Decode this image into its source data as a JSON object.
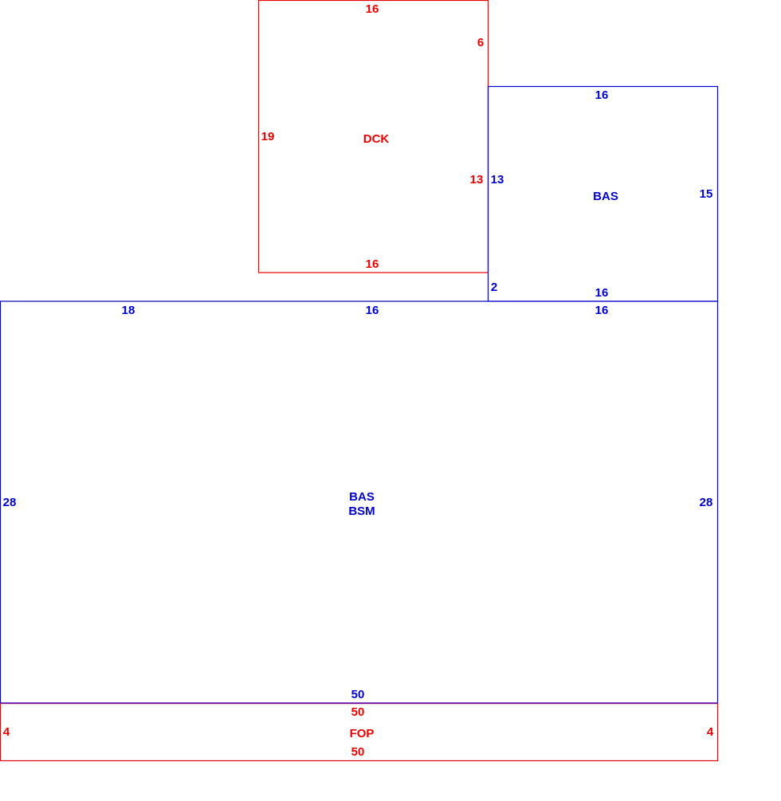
{
  "colors": {
    "red": "#e60000",
    "blue": "#0000cc"
  },
  "dck": {
    "label": "DCK",
    "top": "16",
    "right_upper": "6",
    "left": "19",
    "right_lower": "13",
    "bottom": "16"
  },
  "bas_upper": {
    "label": "BAS",
    "top": "16",
    "left": "13",
    "right": "15",
    "gap": "2",
    "bottom": "16"
  },
  "main": {
    "label_1": "BAS",
    "label_2": "BSM",
    "top_left": "18",
    "top_mid": "16",
    "top_right": "16",
    "left": "28",
    "right": "28",
    "bottom": "50"
  },
  "fop": {
    "label": "FOP",
    "top": "50",
    "left": "4",
    "right": "4",
    "bottom": "50"
  }
}
